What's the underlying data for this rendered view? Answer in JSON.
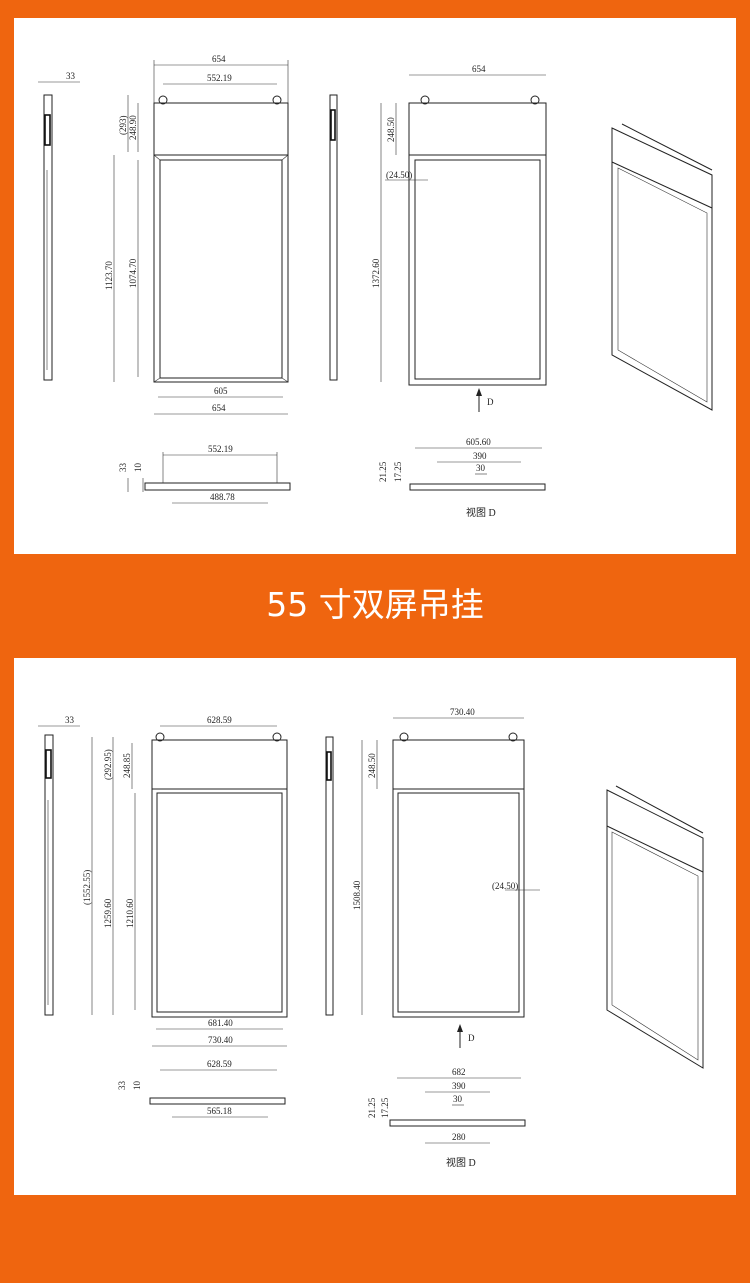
{
  "title": "55 寸双屏吊挂",
  "colors": {
    "background": "#ef650f",
    "panel": "#ffffff",
    "line": "#222222"
  },
  "top_drawing": {
    "side_thickness": "33",
    "front": {
      "overall_width": "654",
      "hook_spacing": "552.19",
      "header_total": "(293)",
      "header_height": "248.90",
      "frame_height": "1123.70",
      "screen_height": "1074.70",
      "screen_width": "605",
      "bottom_width": "654"
    },
    "back": {
      "overall_width": "654",
      "header_height": "248.50",
      "edge": "(24.50)",
      "total_height": "1372.60",
      "view_arrow": "D"
    },
    "top_view": {
      "hook_spacing": "552.19",
      "inner": "488.78",
      "depth": "33",
      "offset": "10"
    },
    "view_d": {
      "width": "605.60",
      "span": "390",
      "center": "30",
      "depth": "21.25",
      "inner_depth": "17.25",
      "caption": "视图 D"
    }
  },
  "bottom_drawing": {
    "side_thickness": "33",
    "front": {
      "hook_spacing": "628.59",
      "total_height": "(1552.55)",
      "header_total": "(292.95)",
      "header_height": "248.85",
      "frame_height": "1259.60",
      "screen_height": "1210.60",
      "screen_width": "681.40",
      "bottom_width": "730.40"
    },
    "back": {
      "overall_width": "730.40",
      "header_height": "248.50",
      "edge": "(24.50)",
      "total_height": "1508.40",
      "view_arrow": "D"
    },
    "top_view": {
      "hook_spacing": "628.59",
      "inner": "565.18",
      "depth": "33",
      "offset": "10"
    },
    "view_d": {
      "width": "682",
      "span": "390",
      "center": "30",
      "bottom_span": "280",
      "depth": "21.25",
      "inner_depth": "17.25",
      "caption": "视图 D"
    }
  }
}
